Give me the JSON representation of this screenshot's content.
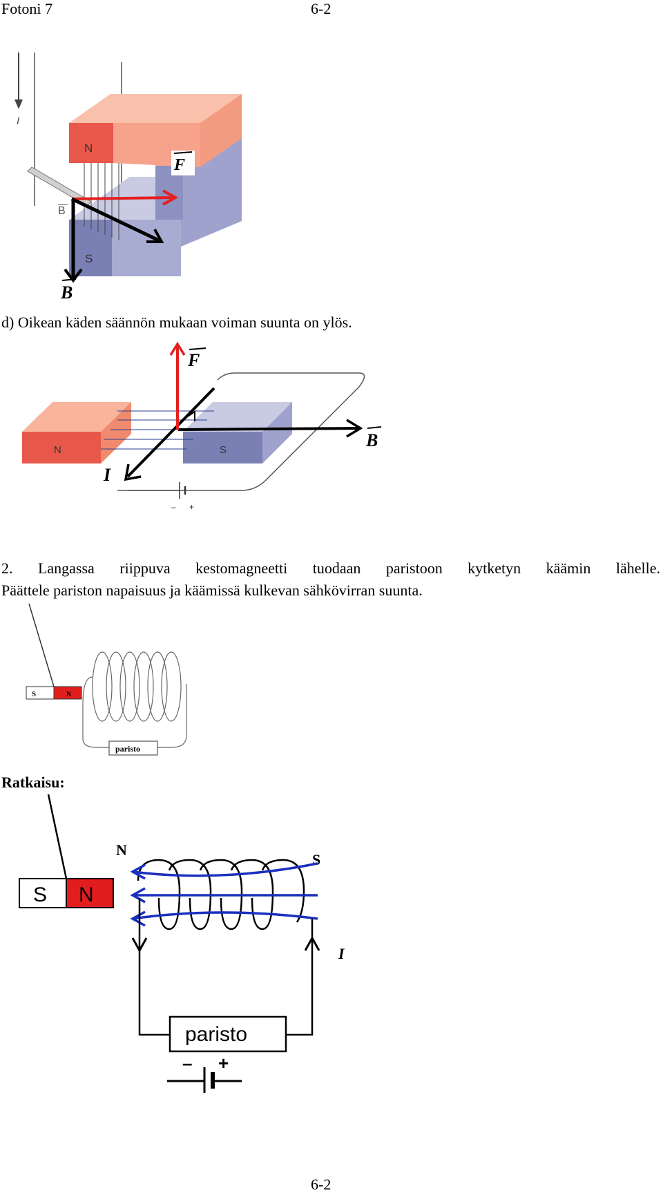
{
  "header": {
    "left": "Fotoni 7",
    "right": "6-2"
  },
  "fig1": {
    "current_label": "I",
    "north_label": "N",
    "south_label": "S",
    "force_label": "F",
    "b_small_label": "B",
    "b_label": "B"
  },
  "text_d": "d) Oikean käden säännön mukaan voiman suunta on ylös.",
  "fig2": {
    "force_label": "F",
    "north_label": "N",
    "south_label": "S",
    "b_label": "B",
    "current_label": "I",
    "minus_label": "–",
    "plus_label": "+"
  },
  "task2": {
    "line1": "2. Langassa riippuva kestomagneetti tuodaan paristoon kytketyn käämin lähelle.",
    "line2": "Päättele pariston napaisuus ja käämissä kulkevan sähkövirran suunta."
  },
  "fig3": {
    "south_label": "S",
    "north_label": "N",
    "battery_label": "paristo"
  },
  "solution_heading": "Ratkaisu:",
  "fig4": {
    "magnet_south": "S",
    "magnet_north": "N",
    "coil_north": "N",
    "coil_south": "S",
    "current_label": "I",
    "battery_label": "paristo",
    "minus_label": "–",
    "plus_label": "+"
  },
  "footer": {
    "page": "6-2"
  },
  "colors": {
    "north_red": "#e8584a",
    "north_red_light": "#f9b49c",
    "south_blue": "#7b80b4",
    "south_blue_light": "#c9cbe3",
    "force_red": "#e41f1f",
    "field_blue": "#1a2fbf",
    "magnet_red": "#e21d1d"
  }
}
